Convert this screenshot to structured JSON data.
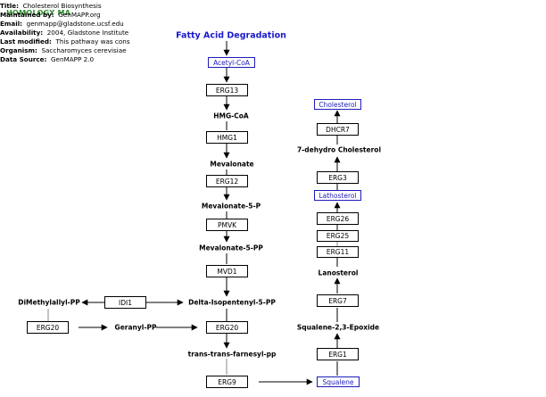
{
  "header": {
    "title_label": "Title:",
    "title_value": "Cholesterol Biosynthesis",
    "maintained_label": "Maintained by:",
    "maintained_value": "GenMAPP.org",
    "email_label": "Email:",
    "email_value": "genmapp@gladstone.ucsf.edu",
    "availability_label": "Availability:",
    "availability_value": "2004, Gladstone Institute",
    "modified_label": "Last modified:",
    "modified_value": "This pathway was cons",
    "organism_label": "Organism:",
    "organism_value": "Saccharomyces cerevisiae",
    "source_label": "Data Source:",
    "source_value": "GenMAPP 2.0",
    "homology_overlay": "HOMOLOGY MA"
  },
  "diagram": {
    "title": "Fatty Acid Degradation",
    "genes": {
      "acetyl_coa": "Acetyl-CoA",
      "erg13": "ERG13",
      "hmg1": "HMG1",
      "erg12": "ERG12",
      "pmvk": "PMVK",
      "mvd1": "MVD1",
      "idi1": "IDI1",
      "erg20_left": "ERG20",
      "erg20_center": "ERG20",
      "erg9": "ERG9",
      "squalene": "Squalene",
      "erg1": "ERG1",
      "erg7": "ERG7",
      "erg11": "ERG11",
      "erg25": "ERG25",
      "erg26": "ERG26",
      "lathosterol": "Lathosterol",
      "erg3": "ERG3",
      "dhcr7": "DHCR7",
      "cholesterol": "Cholesterol"
    },
    "metabolites": {
      "hmg_coa": "HMG-CoA",
      "mevalonate": "Mevalonate",
      "mevalonate_5p": "Mevalonate-5-P",
      "mevalonate_5pp": "Mevalonate-5-PP",
      "delta_isopentenyl": "Delta-Isopentenyl-5-PP",
      "dimethylallyl": "DiMethylallyl-PP",
      "geranyl": "Geranyl-PP",
      "farnesyl": "trans-trans-farnesyl-pp",
      "squalene_epoxide": "Squalene-2,3-Epoxide",
      "lanosterol": "Lanosterol",
      "dehydro_cholesterol": "7-dehydro Cholesterol"
    }
  }
}
